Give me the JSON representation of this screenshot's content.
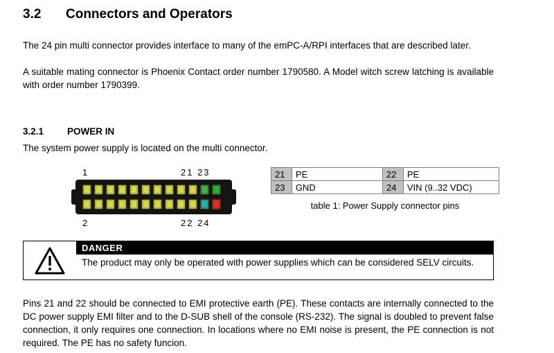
{
  "page": {
    "section_number": "3.2",
    "section_title": "Connectors and Operators",
    "para1": "The 24 pin multi connector provides interface to many of the emPC-A/RPI interfaces that are described later.",
    "para2": "A suitable mating connector is Phoenix Contact order number 1790580. A Model witch screw latching is available with order number 1790399.",
    "subsection_number": "3.2.1",
    "subsection_title": "POWER IN",
    "subsection_intro": "The system power supply is located on the multi connector.",
    "closing_para": "Pins 21 and 22 should be connected to EMI protective earth (PE). These contacts are internally connected to the DC power supply EMI filter and to the D-SUB shell of the console (RS-232). The signal is doubled to prevent false connection, it only requires one connection. In locations where no EMI noise is present, the PE connection is not required. The PE has no safety funcion."
  },
  "connector": {
    "pins_per_row": 12,
    "label_pin1": "1",
    "label_pin2": "2",
    "label_top_right": "21 23",
    "label_bottom_right": "22 24",
    "pin_colors": {
      "default": "#d6d84f",
      "pin21": "#44b04a",
      "pin23": "#2fae3f",
      "pin22": "#23b2ab",
      "pin24": "#e62e2a"
    },
    "body_color": "#141414"
  },
  "pin_table": {
    "rows": [
      [
        "21",
        "PE",
        "22",
        "PE"
      ],
      [
        "23",
        "GND",
        "24",
        "VIN (9..32 VDC)"
      ]
    ],
    "caption": "table 1: Power Supply connector pins"
  },
  "danger": {
    "title": "DANGER",
    "text": "The product may only be operated with power supplies which can be considered SELV circuits."
  }
}
